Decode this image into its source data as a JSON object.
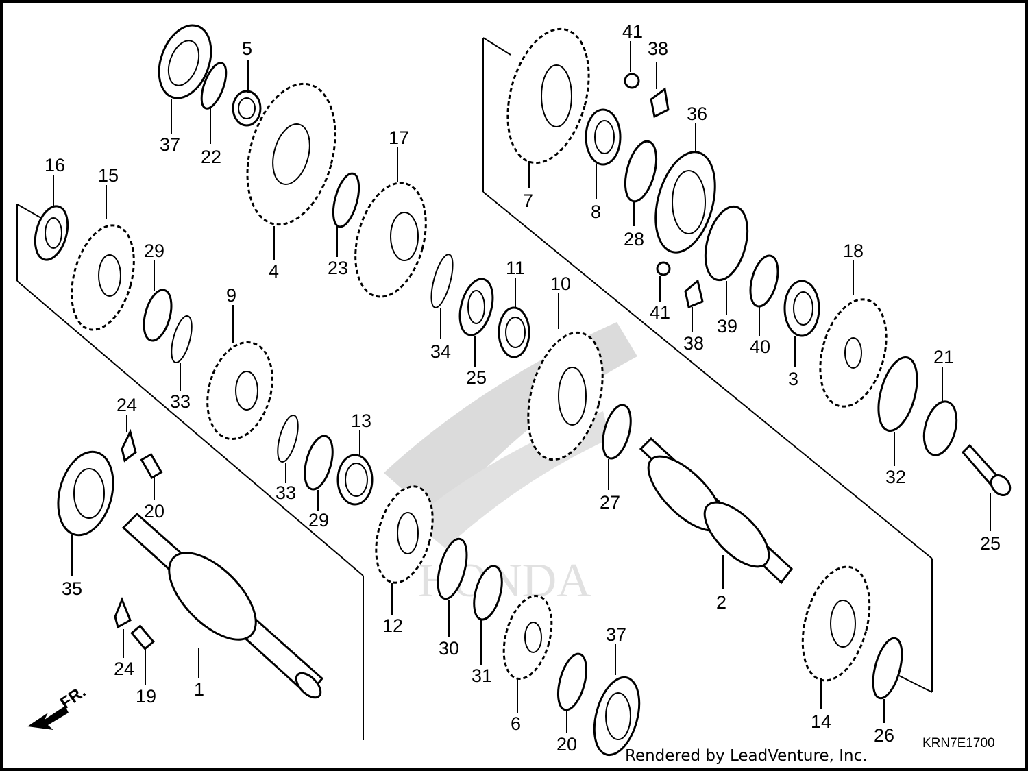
{
  "diagram": {
    "code": "KRN7E1700",
    "credit": "Rendered by LeadVenture, Inc.",
    "watermark": "HONDA",
    "direction_label": "FR.",
    "callouts": [
      "1",
      "2",
      "3",
      "4",
      "5",
      "6",
      "7",
      "8",
      "9",
      "10",
      "11",
      "12",
      "13",
      "14",
      "15",
      "16",
      "17",
      "18",
      "19",
      "20",
      "20",
      "21",
      "22",
      "23",
      "24",
      "24",
      "25",
      "25",
      "26",
      "27",
      "28",
      "29",
      "29",
      "30",
      "31",
      "32",
      "33",
      "33",
      "34",
      "35",
      "36",
      "37",
      "37",
      "38",
      "38",
      "39",
      "40",
      "41",
      "41"
    ]
  }
}
